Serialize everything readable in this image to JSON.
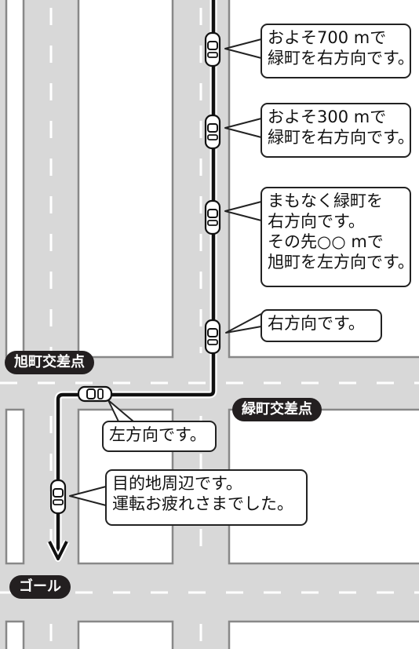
{
  "messages": {
    "m1": "およそ700 mで\n緑町を右方向です。",
    "m2": "およそ300 mで\n緑町を右方向です。",
    "m3": "まもなく緑町を\n右方向です。\nその先○○ mで\n旭町を左方向です。",
    "m4": "右方向です。",
    "m5": "左方向です。",
    "m6": "目的地周辺です。\n運転お疲れさまでした。"
  },
  "places": {
    "asahi": "旭町交差点",
    "midori": "緑町交差点",
    "goal": "ゴール"
  },
  "colors": {
    "road": "#d8d8d8",
    "block": "#ffffff",
    "route": "#111111",
    "label_bg": "#231f20"
  }
}
